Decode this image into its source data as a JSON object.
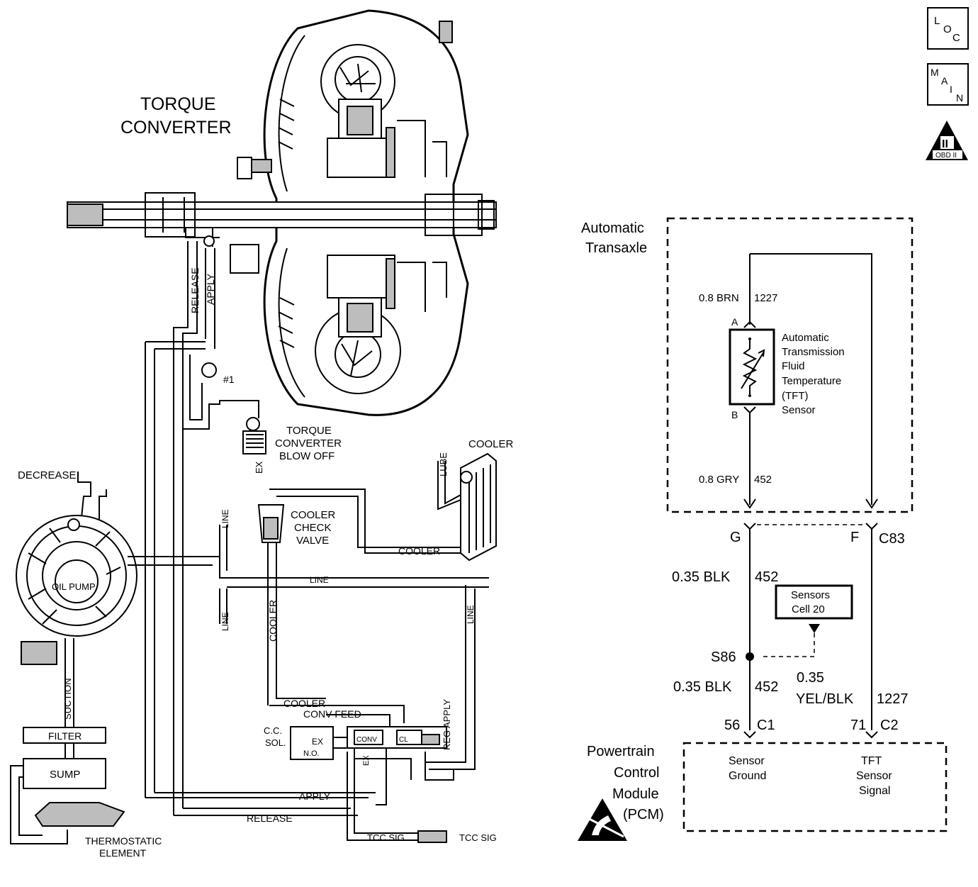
{
  "nav_icons": {
    "loc": [
      "L",
      "O",
      "C"
    ],
    "main": [
      "M",
      "A",
      "I",
      "N"
    ],
    "obd": {
      "numeral": "II",
      "label": "OBD II"
    }
  },
  "hydraulic": {
    "torque_converter_title": [
      "TORQUE",
      "CONVERTER"
    ],
    "release": "RELEASE",
    "apply": "APPLY",
    "checkball": "#1",
    "blow_off": [
      "TORQUE",
      "CONVERTER",
      "BLOW OFF"
    ],
    "ex": "EX",
    "decrease": "DECREASE",
    "oil_pump": "OIL PUMP",
    "suction": "SUCTION",
    "filter": "FILTER",
    "sump": "SUMP",
    "thermostatic": [
      "THERMOSTATIC",
      "ELEMENT"
    ],
    "cooler_check_valve": [
      "COOLER",
      "CHECK",
      "VALVE"
    ],
    "cooler": "COOLER",
    "lube": "LUBE",
    "line": "LINE",
    "conv_feed": "CONV FEED",
    "reg_apply": "REG APPLY",
    "cc_sol": [
      "C.C.",
      "SOL."
    ],
    "no": "N.O.",
    "conv": "CONV",
    "cl": "CL",
    "tcc_sig": "TCC SIG"
  },
  "electrical": {
    "transaxle_label": [
      "Automatic",
      "Transaxle"
    ],
    "top_wire": {
      "gauge": "0.8 BRN",
      "circuit": "1227"
    },
    "pin_a": "A",
    "pin_b": "B",
    "sensor_name": [
      "Automatic",
      "Transmission",
      "Fluid",
      "Temperature",
      "(TFT)",
      "Sensor"
    ],
    "bottom_wire": {
      "gauge": "0.8 GRY",
      "circuit": "452"
    },
    "connector_g": "G",
    "connector_f": "F",
    "connector_id": "C83",
    "left_wire_upper": {
      "gauge": "0.35 BLK",
      "circuit": "452"
    },
    "cell_ref": [
      "Sensors",
      "Cell   20"
    ],
    "splice": "S86",
    "left_wire_lower": {
      "gauge": "0.35 BLK",
      "circuit": "452"
    },
    "right_wire": {
      "gauge_top": "0.35",
      "gauge_bottom": "YEL/BLK",
      "circuit": "1227"
    },
    "pin_56": "56",
    "conn_c1": "C1",
    "pin_71": "71",
    "conn_c2": "C2",
    "pcm_label": [
      "Powertrain",
      "Control",
      "Module",
      "(PCM)"
    ],
    "sensor_ground": [
      "Sensor",
      "Ground"
    ],
    "tft_signal": [
      "TFT",
      "Sensor",
      "Signal"
    ]
  }
}
